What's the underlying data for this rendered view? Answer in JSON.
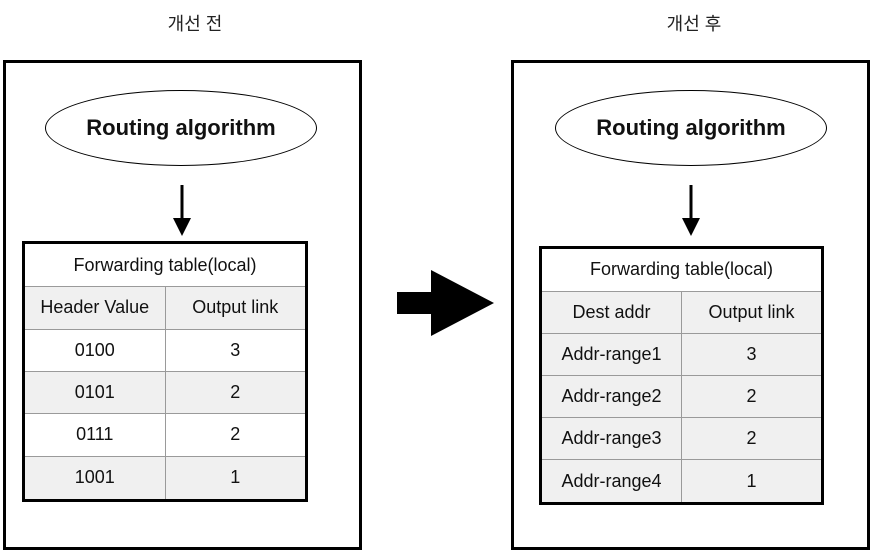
{
  "before": {
    "title": "개선 전",
    "node": "Routing algorithm",
    "table": {
      "caption": "Forwarding table(local)",
      "headers": [
        "Header Value",
        "Output link"
      ],
      "rows": [
        [
          "0100",
          "3"
        ],
        [
          "0101",
          "2"
        ],
        [
          "0111",
          "2"
        ],
        [
          "1001",
          "1"
        ]
      ]
    }
  },
  "after": {
    "title": "개선 후",
    "node": "Routing algorithm",
    "table": {
      "caption": "Forwarding table(local)",
      "headers": [
        "Dest addr",
        "Output link"
      ],
      "rows": [
        [
          "Addr-range1",
          "3"
        ],
        [
          "Addr-range2",
          "2"
        ],
        [
          "Addr-range3",
          "2"
        ],
        [
          "Addr-range4",
          "1"
        ]
      ]
    }
  }
}
